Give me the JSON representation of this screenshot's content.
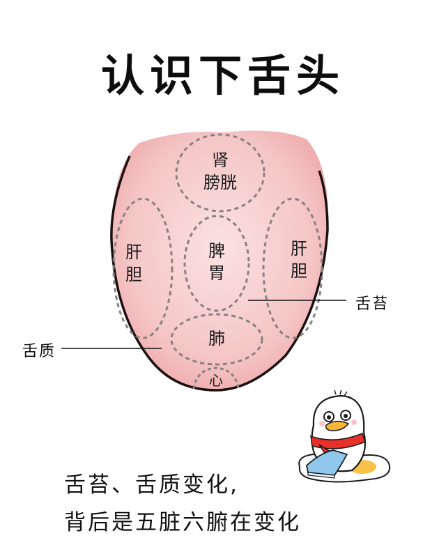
{
  "title": "认识下舌头",
  "diagram": {
    "tongue_fill": "#f4c4c4",
    "tongue_edge": "#e8a3a5",
    "outline": "#1a1010",
    "dash_color": "#8a8080",
    "regions": [
      {
        "id": "kidney-bladder",
        "line1": "肾",
        "line2": "膀胱"
      },
      {
        "id": "liver-gall-left",
        "line1": "肝",
        "line2": "胆"
      },
      {
        "id": "spleen-stomach",
        "line1": "脾",
        "line2": "胃"
      },
      {
        "id": "liver-gall-right",
        "line1": "肝",
        "line2": "胆"
      },
      {
        "id": "lung",
        "line1": "肺"
      },
      {
        "id": "heart",
        "line1": "心"
      }
    ],
    "callouts": {
      "coating": "舌苔",
      "body": "舌质"
    }
  },
  "caption": {
    "line1": "舌苔、舌质变化,",
    "line2": "背后是五脏六腑在变化"
  },
  "mascot": {
    "name": "duck-mascot",
    "scarf_color": "#e8302a",
    "book_color": "#8fc8ec",
    "beak_color": "#f5b53a"
  }
}
